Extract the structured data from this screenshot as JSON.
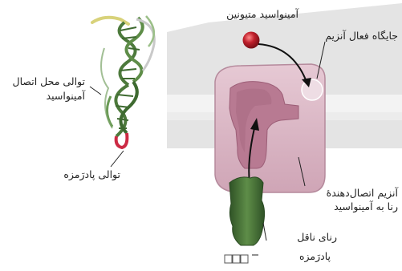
{
  "labels": {
    "amino_acid": "آمینواسید متیونین",
    "active_site": "جایگاه فعال آنزیم",
    "acceptor_line1": "توالی محل اتصال",
    "acceptor_line2": "آمینواسید",
    "anticodon_seq": "توالی پادرَمزه",
    "enzyme_line1": "آنزیم اتصال‌دهندهٔ",
    "enzyme_line2": "رنا به آمینواسید",
    "trna": "رنای ناقل",
    "anticodon": "پادرَمزه"
  },
  "colors": {
    "background_band": "#e3e3e3",
    "enzyme_outer": "#d8b6c4",
    "enzyme_inner": "#b87a92",
    "trna_green": "#4d7a3c",
    "trna_dark": "#2f5226",
    "amino_red": "#c0202c",
    "helix_tan": "#d8d27a",
    "anticodon_red": "#cc2a44"
  }
}
